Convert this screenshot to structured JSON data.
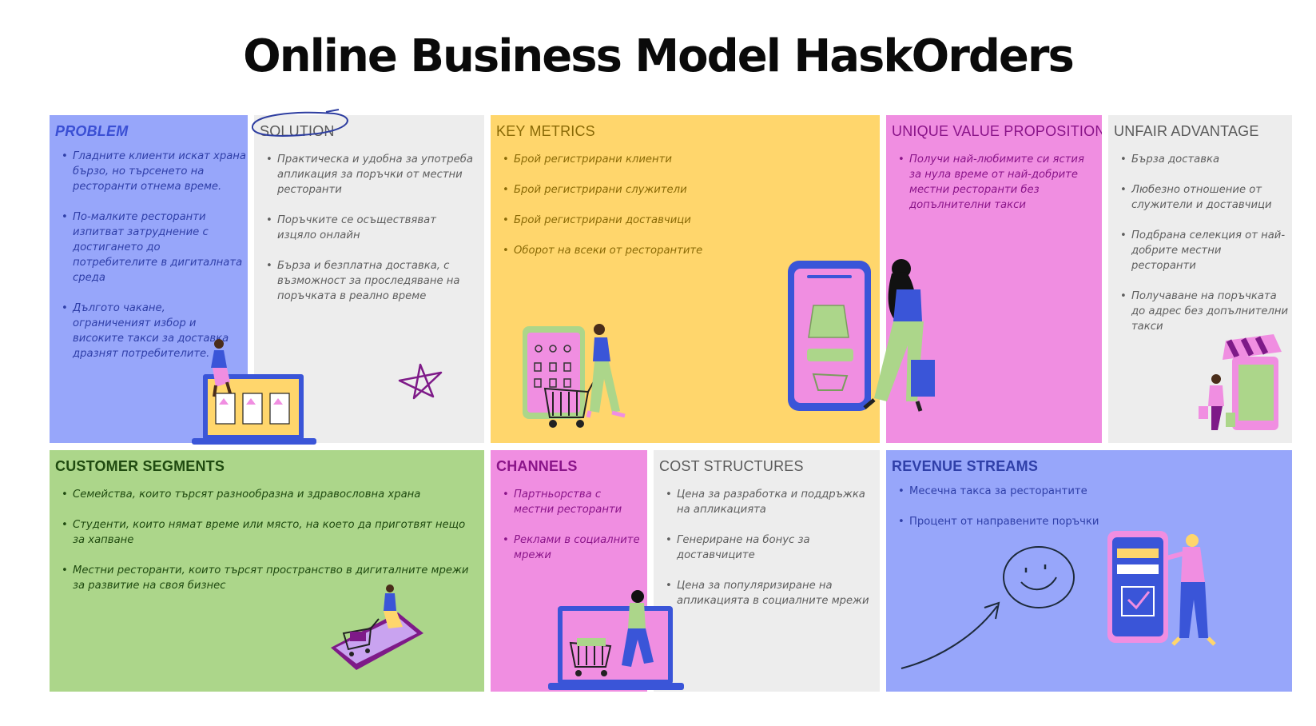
{
  "title": "Online Business Model HaskOrders",
  "colors": {
    "blue": "#97a6fa",
    "gray": "#ededed",
    "yellow": "#ffd66c",
    "pink": "#f08ee1",
    "green": "#acd68a",
    "purple_accent": "#7e1a88"
  },
  "problem": {
    "heading": "PROBLEM",
    "items": [
      "Гладните клиенти искат храна бързо, но търсенето на ресторанти отнема време.",
      "По-малките ресторанти изпитват затруднение с достигането до потребителите в дигиталната среда",
      "Дългото чакане, ограниченият избор и високите такси за доставка дразнят потребителите."
    ]
  },
  "solution": {
    "heading": "SOLUTION",
    "items": [
      "Практическа и удобна за употреба апликация за поръчки от местни ресторанти",
      "Поръчките се осъществяват изцяло онлайн",
      "Бърза и безплатна доставка, с възможност за проследяване на поръчката в реално време"
    ]
  },
  "key_metrics": {
    "heading": "KEY METRICS",
    "items": [
      "Брой регистрирани клиенти",
      "Брой регистрирани служители",
      "Брой регистрирани доставчици",
      "Оборот на всеки от ресторантите"
    ]
  },
  "uvp": {
    "heading": "UNIQUE VALUE PROPOSITION",
    "items": [
      "Получи най-любимите си ястия за нула време от най-добрите местни ресторанти без допълнителни такси"
    ]
  },
  "unfair_advantage": {
    "heading": "UNFAIR ADVANTAGE",
    "items": [
      "Бърза доставка",
      "Любезно отношение от служители и доставчици",
      "Подбрана селекция от най-добрите местни ресторанти",
      "Получаване на поръчката до адрес без допълнителни такси"
    ]
  },
  "customer_segments": {
    "heading": "CUSTOMER SEGMENTS",
    "items": [
      "Семейства, които търсят разнообразна и здравословна храна",
      "Студенти, които нямат време или място, на което да приготвят нещо за хапване",
      "Местни ресторанти, които търсят пространство в дигиталните мрежи за развитие на своя бизнес"
    ]
  },
  "channels": {
    "heading": "CHANNELS",
    "items": [
      "Партньорства с местни ресторанти",
      "Реклами в социалните мрежи"
    ]
  },
  "cost_structures": {
    "heading": "COST STRUCTURES",
    "items": [
      "Цена за разработка и поддръжка на апликацията",
      "Генериране на бонус за доставчиците",
      "Цена за популяризиране на апликацията в социалните мрежи"
    ]
  },
  "revenue_streams": {
    "heading": "REVENUE STREAMS",
    "items": [
      "Месечна такса за ресторантите",
      "Процент от направените поръчки"
    ]
  }
}
